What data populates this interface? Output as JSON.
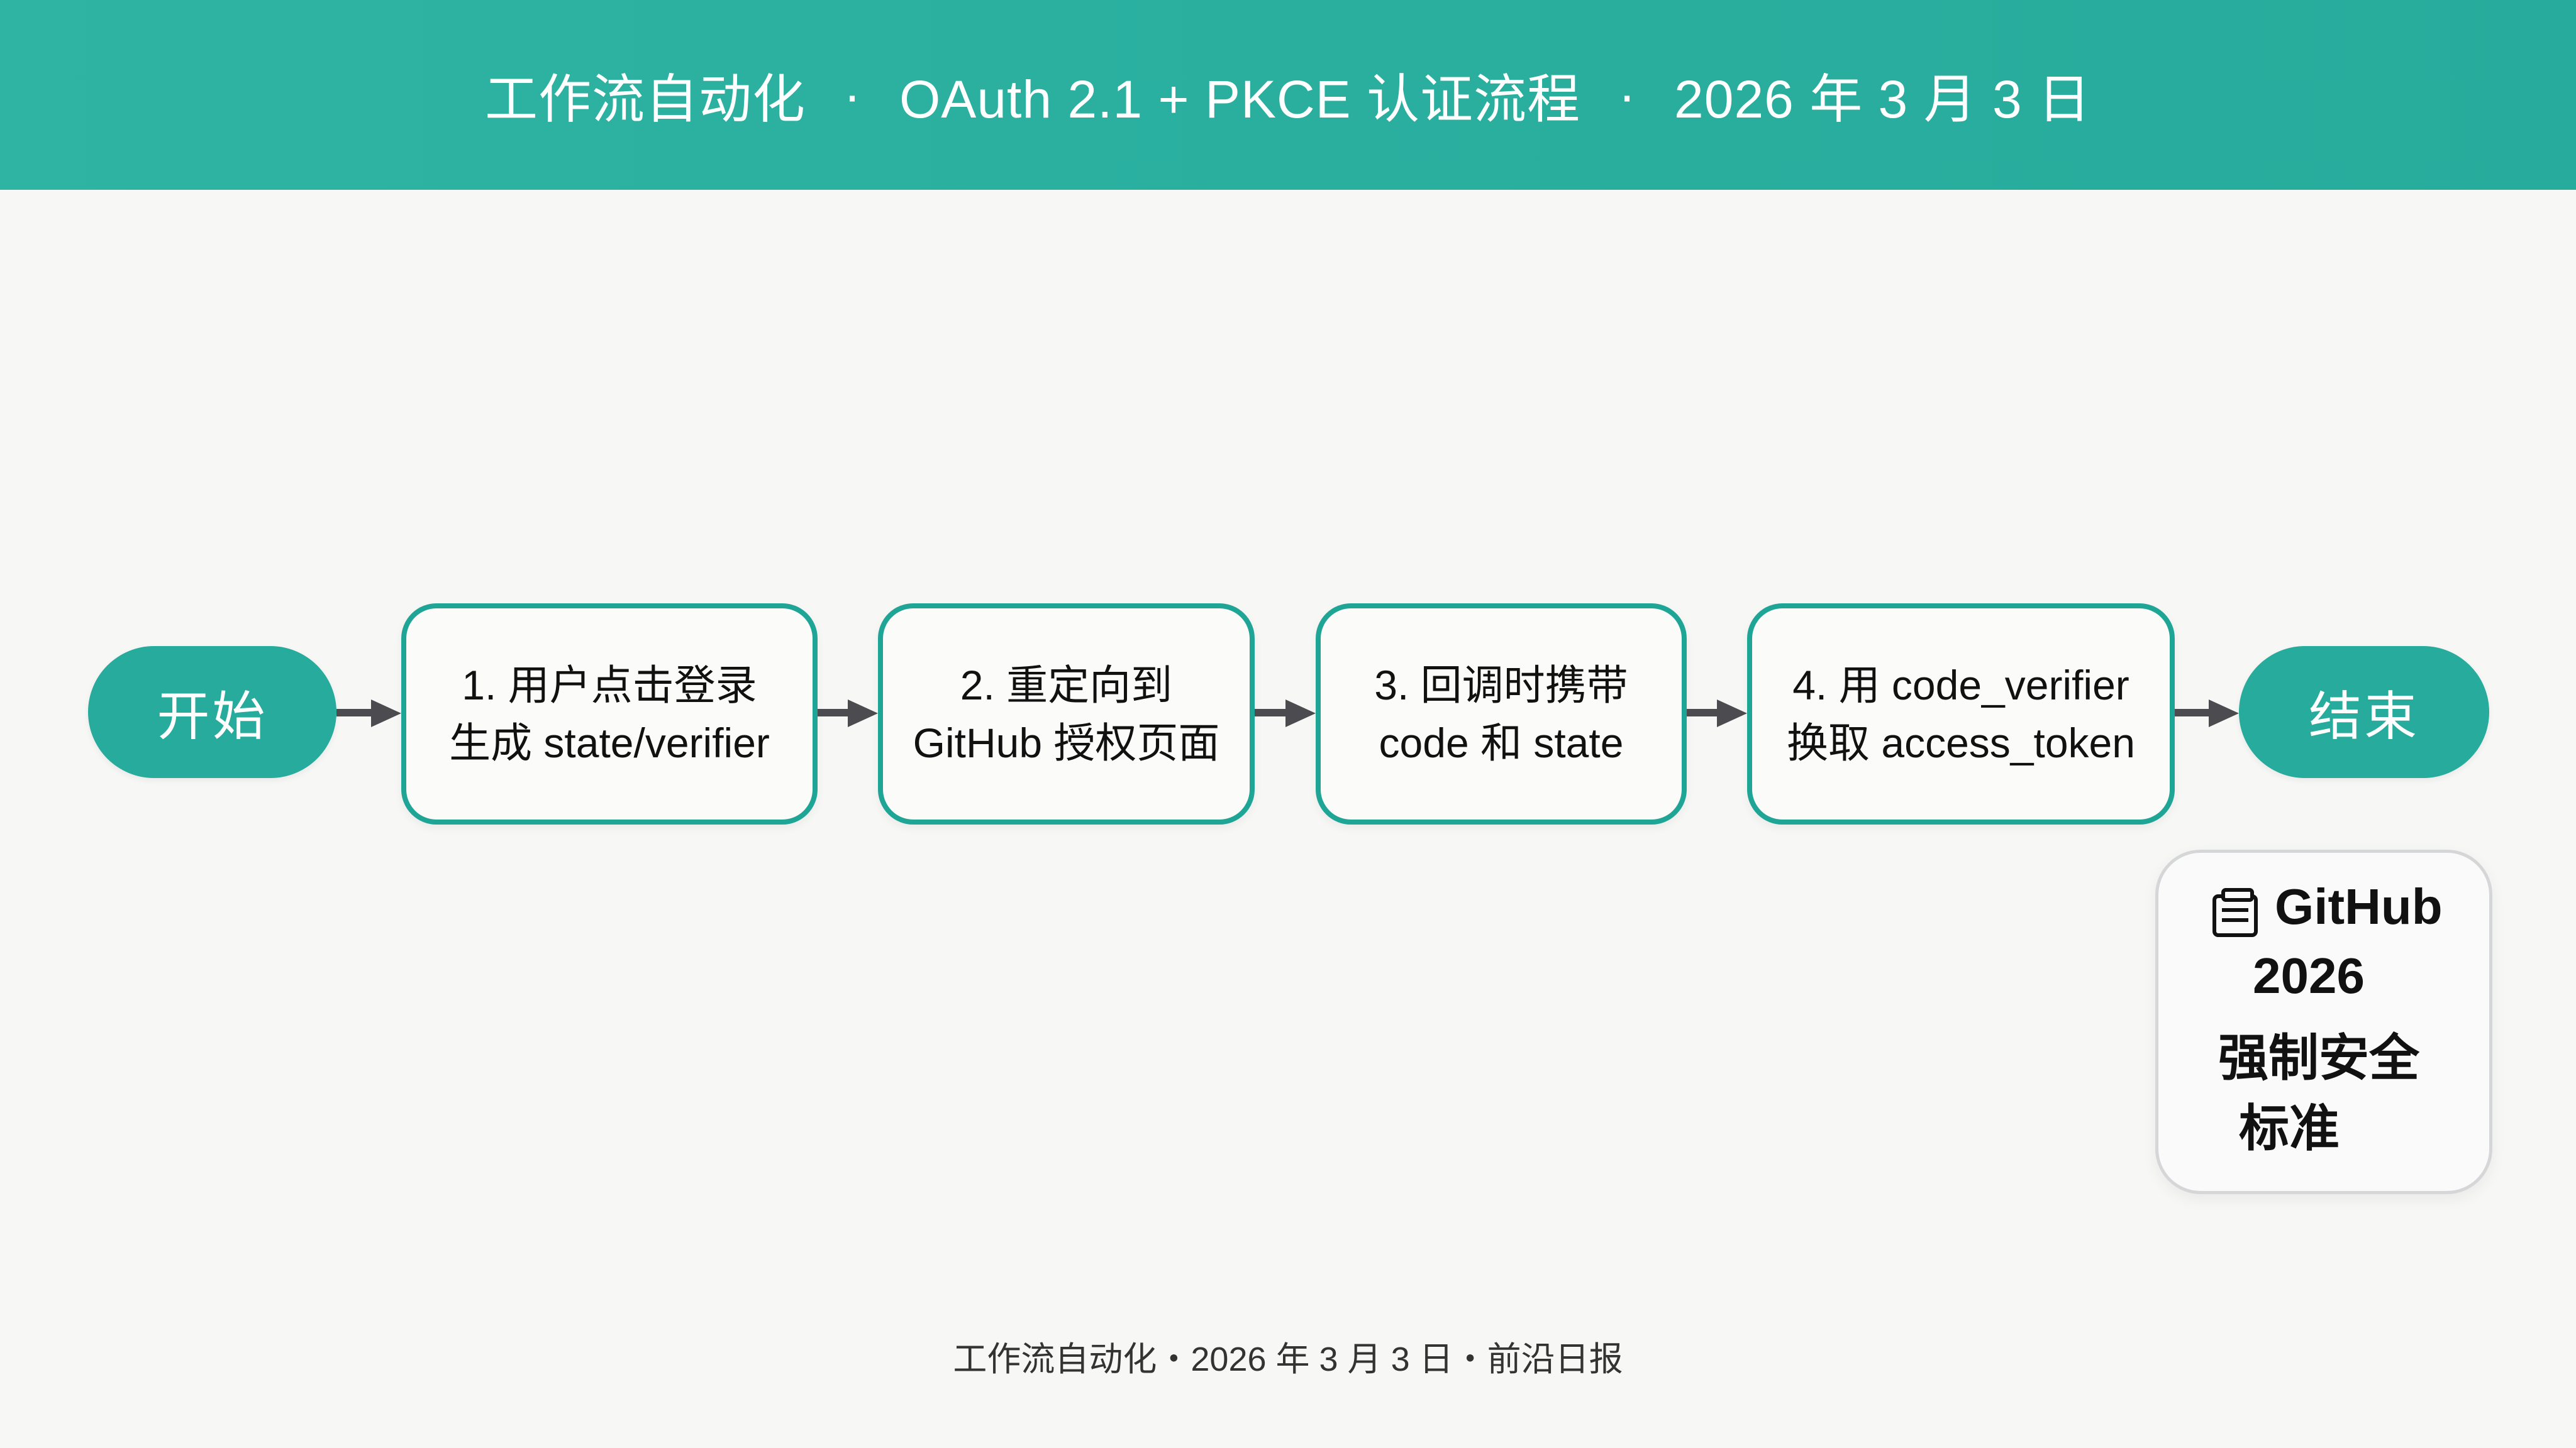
{
  "header": {
    "part1": "工作流自动化",
    "sep": "·",
    "part2": "OAuth 2.1 + PKCE 认证流程",
    "part3": "2026 年 3 月 3 日"
  },
  "flow": {
    "start": "开始",
    "end": "结束",
    "steps": [
      {
        "line1": "1. 用户点击登录",
        "line2": "生成 state/verifier"
      },
      {
        "line1": "2. 重定向到",
        "line2": "GitHub 授权页面"
      },
      {
        "line1": "3. 回调时携带",
        "line2": "code 和 state"
      },
      {
        "line1": "4. 用 code_verifier",
        "line2": "换取 access_token"
      }
    ]
  },
  "note": {
    "icon": "notepad-icon",
    "line1": "GitHub",
    "line2": "2026",
    "line3": "强制安全",
    "line4": "标准"
  },
  "footer": {
    "text": "工作流自动化・2026 年 3 月 3 日・前沿日报"
  },
  "colors": {
    "accent": "#27ab9c",
    "border": "#1fa595",
    "arrow": "#4b4b50",
    "background": "#f7f7f6"
  }
}
